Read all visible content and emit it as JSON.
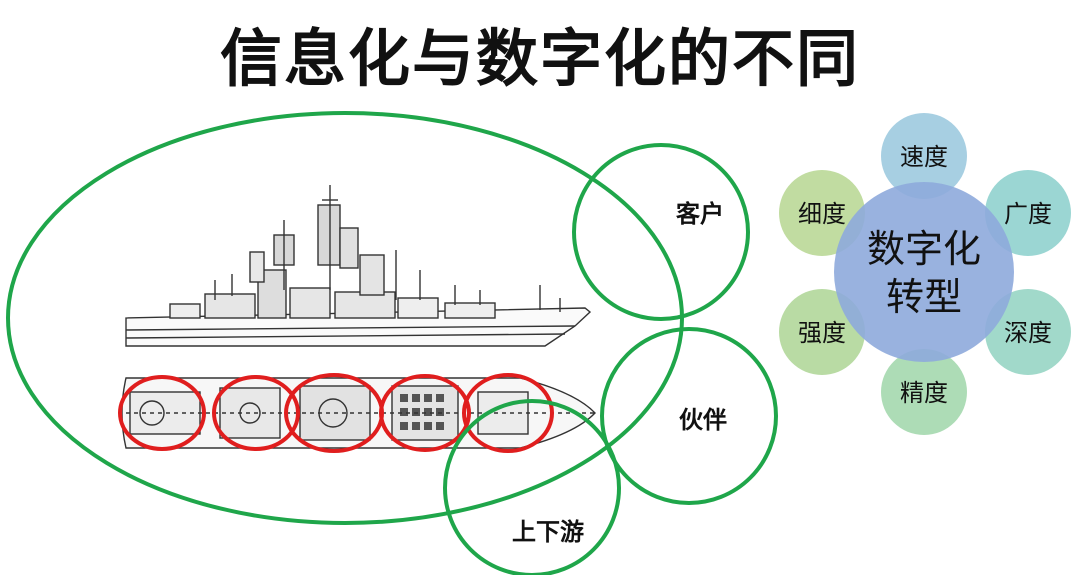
{
  "title": "信息化与数字化的不同",
  "left_diagram": {
    "circles": {
      "customer": "客户",
      "partner": "伙伴",
      "upstream_downstream": "上下游"
    },
    "colors": {
      "ring": "#1fa64a",
      "highlight": "#e01e1e"
    }
  },
  "right_diagram": {
    "center": {
      "line1": "数字化",
      "line2": "转型",
      "color": "#8eaadb"
    },
    "petals": [
      {
        "label": "速度",
        "color": "#9fcbe0"
      },
      {
        "label": "广度",
        "color": "#93d3cf"
      },
      {
        "label": "深度",
        "color": "#99d6c6"
      },
      {
        "label": "精度",
        "color": "#a6d9b0"
      },
      {
        "label": "强度",
        "color": "#b3d89c"
      },
      {
        "label": "细度",
        "color": "#bcd999"
      }
    ]
  }
}
